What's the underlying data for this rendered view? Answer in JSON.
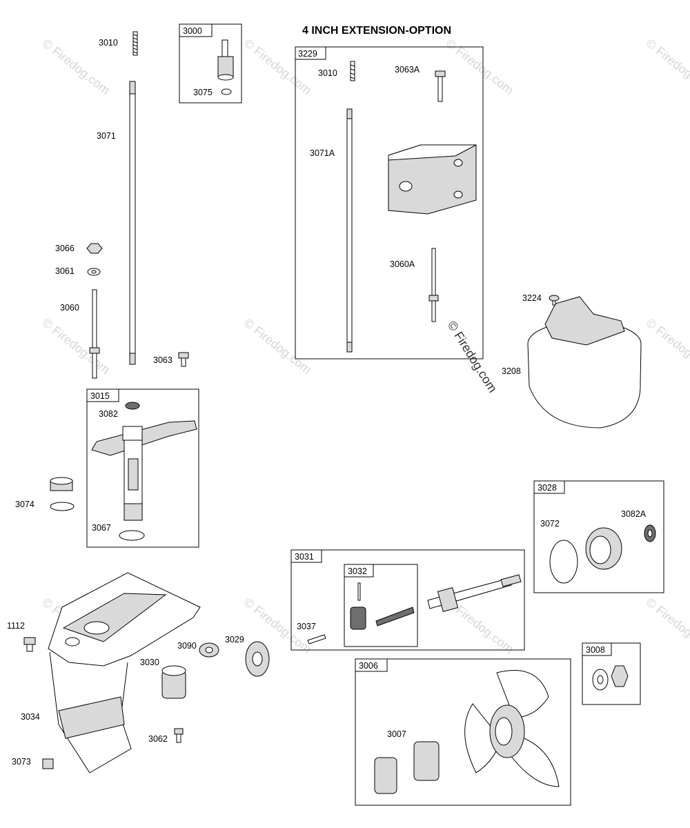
{
  "title": "4 INCH EXTENSION-OPTION",
  "watermark": "© Firedog.com",
  "watermark_center": "© Firedog.com",
  "boxes": {
    "b3000": "3000",
    "b3229": "3229",
    "b3015": "3015",
    "b3028": "3028",
    "b3031": "3031",
    "b3032": "3032",
    "b3008": "3008",
    "b3006": "3006"
  },
  "labels": {
    "l3010a": "3010",
    "l3075": "3075",
    "l3071": "3071",
    "l3066": "3066",
    "l3061": "3061",
    "l3060": "3060",
    "l3063": "3063",
    "l3082": "3082",
    "l3074": "3074",
    "l3067": "3067",
    "l3010b": "3010",
    "l3063A": "3063A",
    "l3071A": "3071A",
    "l3060A": "3060A",
    "l3224": "3224",
    "l3208": "3208",
    "l3072": "3072",
    "l3082A": "3082A",
    "l3037": "3037",
    "l1112": "1112",
    "l3090": "3090",
    "l3029": "3029",
    "l3030": "3030",
    "l3034": "3034",
    "l3062": "3062",
    "l3073": "3073",
    "l3007": "3007"
  }
}
